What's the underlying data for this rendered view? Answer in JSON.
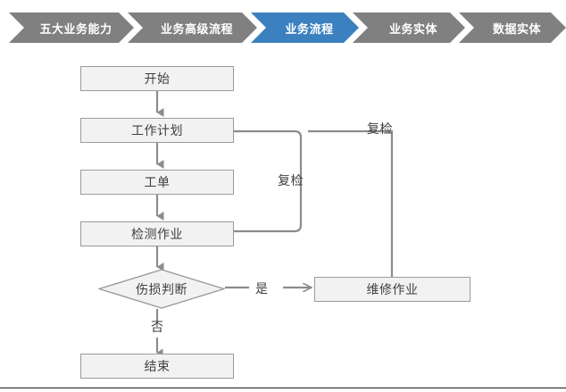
{
  "breadcrumb": {
    "items": [
      {
        "label": "五大业务能力",
        "active": false
      },
      {
        "label": "业务高级流程",
        "active": false
      },
      {
        "label": "业务流程",
        "active": true
      },
      {
        "label": "业务实体",
        "active": false
      },
      {
        "label": "数据实体",
        "active": false
      }
    ],
    "active_color": "#3b80bf",
    "inactive_color": "#808080",
    "text_color": "#ffffff"
  },
  "flowchart": {
    "node_fill": "#f2f2f2",
    "node_border": "#9b9b9b",
    "connector_color": "#808080",
    "nodes": {
      "start": "开始",
      "work_plan": "工作计划",
      "work_order": "工单",
      "inspection_task": "检测作业",
      "damage_decision": "伤损判断",
      "repair_task": "维修作业",
      "end": "结束"
    },
    "edge_labels": {
      "recheck_inner": "复检",
      "recheck_outer": "复检",
      "yes": "是",
      "no": "否"
    }
  }
}
